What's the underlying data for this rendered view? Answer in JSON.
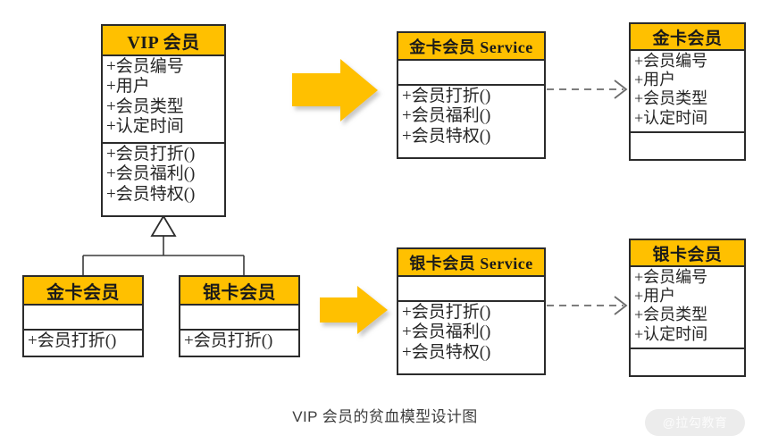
{
  "caption": "VIP 会员的贫血模型设计图",
  "watermark": "@拉勾教育",
  "colors": {
    "header_fill": "#FFC000",
    "box_border": "#2b2b2b",
    "arrow_fill": "#FFC000",
    "background": "#FFFFFF",
    "connector": "#3a3a3a"
  },
  "classes": {
    "vip": {
      "title": "VIP 会员",
      "attributes": [
        "+会员编号",
        "+用户",
        "+会员类型",
        "+认定时间"
      ],
      "operations": [
        "+会员打折()",
        "+会员福利()",
        "+会员特权()"
      ]
    },
    "gold_child": {
      "title": "金卡会员",
      "attributes": [],
      "operations": [
        "+会员打折()"
      ]
    },
    "silver_child": {
      "title": "银卡会员",
      "attributes": [],
      "operations": [
        "+会员打折()"
      ]
    },
    "gold_service": {
      "title": "金卡会员 Service",
      "attributes": [],
      "operations": [
        "+会员打折()",
        "+会员福利()",
        "+会员特权()"
      ]
    },
    "silver_service": {
      "title": "银卡会员 Service",
      "attributes": [],
      "operations": [
        "+会员打折()",
        "+会员福利()",
        "+会员特权()"
      ]
    },
    "gold_entity": {
      "title": "金卡会员",
      "attributes": [
        "+会员编号",
        "+用户",
        "+会员类型",
        "+认定时间"
      ],
      "operations": []
    },
    "silver_entity": {
      "title": "银卡会员",
      "attributes": [
        "+会员编号",
        "+用户",
        "+会员类型",
        "+认定时间"
      ],
      "operations": []
    }
  },
  "connectors": {
    "generalization_label": "generalization",
    "dependency_top_label": "dependency",
    "dependency_bottom_label": "dependency"
  },
  "arrows": {
    "top_label": "transform-arrow-top",
    "bottom_label": "transform-arrow-bottom"
  }
}
